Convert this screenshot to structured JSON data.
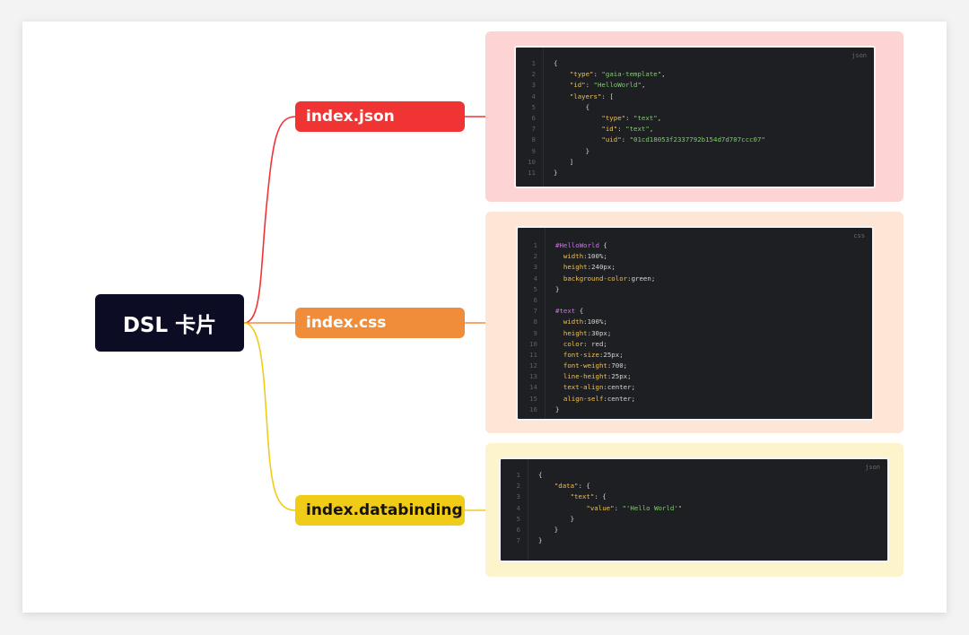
{
  "root": {
    "label": "DSL 卡片"
  },
  "branches": [
    {
      "label": "index.json",
      "color": "#f03434"
    },
    {
      "label": "index.css",
      "color": "#ef8d3b"
    },
    {
      "label": "index.databinding",
      "color": "#f0cc18"
    }
  ],
  "code_blocks": {
    "json": {
      "lang": "json",
      "lines": [
        [
          [
            "p",
            "{"
          ]
        ],
        [
          [
            "p",
            "    "
          ],
          [
            "k",
            "\"type\""
          ],
          [
            "p",
            ": "
          ],
          [
            "s",
            "\"gaia-template\""
          ],
          [
            "p",
            ","
          ]
        ],
        [
          [
            "p",
            "    "
          ],
          [
            "k",
            "\"id\""
          ],
          [
            "p",
            ": "
          ],
          [
            "s",
            "\"HelloWorld\""
          ],
          [
            "p",
            ","
          ]
        ],
        [
          [
            "p",
            "    "
          ],
          [
            "k",
            "\"layers\""
          ],
          [
            "p",
            ": ["
          ]
        ],
        [
          [
            "p",
            "        {"
          ]
        ],
        [
          [
            "p",
            "            "
          ],
          [
            "k",
            "\"type\""
          ],
          [
            "p",
            ": "
          ],
          [
            "s",
            "\"text\""
          ],
          [
            "p",
            ","
          ]
        ],
        [
          [
            "p",
            "            "
          ],
          [
            "k",
            "\"id\""
          ],
          [
            "p",
            ": "
          ],
          [
            "s",
            "\"text\""
          ],
          [
            "p",
            ","
          ]
        ],
        [
          [
            "p",
            "            "
          ],
          [
            "k",
            "\"uid\""
          ],
          [
            "p",
            ": "
          ],
          [
            "s",
            "\"01cd18053f2337792b154d7d707ccc07\""
          ]
        ],
        [
          [
            "p",
            "        }"
          ]
        ],
        [
          [
            "p",
            "    ]"
          ]
        ],
        [
          [
            "p",
            "}"
          ]
        ]
      ]
    },
    "css": {
      "lang": "css",
      "lines": [
        [
          [
            "sel",
            "#HelloWorld"
          ],
          [
            "p",
            " {"
          ]
        ],
        [
          [
            "p",
            "  "
          ],
          [
            "prop",
            "width"
          ],
          [
            "p",
            ":"
          ],
          [
            "val",
            "100%"
          ],
          [
            "p",
            ";"
          ]
        ],
        [
          [
            "p",
            "  "
          ],
          [
            "prop",
            "height"
          ],
          [
            "p",
            ":"
          ],
          [
            "val",
            "240px"
          ],
          [
            "p",
            ";"
          ]
        ],
        [
          [
            "p",
            "  "
          ],
          [
            "prop",
            "background-color"
          ],
          [
            "p",
            ":"
          ],
          [
            "val",
            "green"
          ],
          [
            "p",
            ";"
          ]
        ],
        [
          [
            "p",
            "}"
          ]
        ],
        [
          [
            "p",
            ""
          ]
        ],
        [
          [
            "sel",
            "#text"
          ],
          [
            "p",
            " {"
          ]
        ],
        [
          [
            "p",
            "  "
          ],
          [
            "prop",
            "width"
          ],
          [
            "p",
            ":"
          ],
          [
            "val",
            "100%"
          ],
          [
            "p",
            ";"
          ]
        ],
        [
          [
            "p",
            "  "
          ],
          [
            "prop",
            "height"
          ],
          [
            "p",
            ":"
          ],
          [
            "val",
            "30px"
          ],
          [
            "p",
            ";"
          ]
        ],
        [
          [
            "p",
            "  "
          ],
          [
            "prop",
            "color"
          ],
          [
            "p",
            ": "
          ],
          [
            "val",
            "red"
          ],
          [
            "p",
            ";"
          ]
        ],
        [
          [
            "p",
            "  "
          ],
          [
            "prop",
            "font-size"
          ],
          [
            "p",
            ":"
          ],
          [
            "val",
            "25px"
          ],
          [
            "p",
            ";"
          ]
        ],
        [
          [
            "p",
            "  "
          ],
          [
            "prop",
            "font-weight"
          ],
          [
            "p",
            ":"
          ],
          [
            "val",
            "700"
          ],
          [
            "p",
            ";"
          ]
        ],
        [
          [
            "p",
            "  "
          ],
          [
            "prop",
            "line-height"
          ],
          [
            "p",
            ":"
          ],
          [
            "val",
            "25px"
          ],
          [
            "p",
            ";"
          ]
        ],
        [
          [
            "p",
            "  "
          ],
          [
            "prop",
            "text-align"
          ],
          [
            "p",
            ":"
          ],
          [
            "val",
            "center"
          ],
          [
            "p",
            ";"
          ]
        ],
        [
          [
            "p",
            "  "
          ],
          [
            "prop",
            "align-self"
          ],
          [
            "p",
            ":"
          ],
          [
            "val",
            "center"
          ],
          [
            "p",
            ";"
          ]
        ],
        [
          [
            "p",
            "}"
          ]
        ]
      ]
    },
    "databinding": {
      "lang": "json",
      "lines": [
        [
          [
            "p",
            "{"
          ]
        ],
        [
          [
            "p",
            "    "
          ],
          [
            "k",
            "\"data\""
          ],
          [
            "p",
            ": {"
          ]
        ],
        [
          [
            "p",
            "        "
          ],
          [
            "k",
            "\"text\""
          ],
          [
            "p",
            ": {"
          ]
        ],
        [
          [
            "p",
            "            "
          ],
          [
            "k",
            "\"value\""
          ],
          [
            "p",
            ": "
          ],
          [
            "s",
            "\"'Hello World'\""
          ]
        ],
        [
          [
            "p",
            "        }"
          ]
        ],
        [
          [
            "p",
            "    }"
          ]
        ],
        [
          [
            "p",
            "}"
          ]
        ]
      ]
    }
  }
}
